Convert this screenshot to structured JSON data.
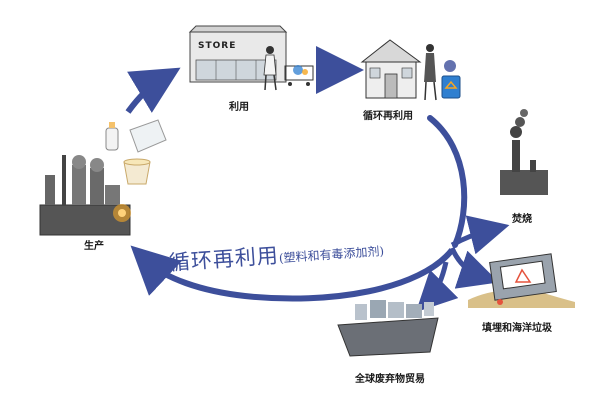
{
  "labels": {
    "reuse": "利用",
    "recycle_home": "循环再利用",
    "incineration": "焚烧",
    "landfill_ocean": "填埋和海洋垃圾",
    "waste_trade": "全球废弃物贸易",
    "production": "生产"
  },
  "center": {
    "main": "循环再利用",
    "sub": "(塑料和有毒添加剂)"
  },
  "store_sign": "STORE",
  "colors": {
    "arrow": "#3d4f9b",
    "text": "#1a1a1a",
    "accent_orange": "#f5a623",
    "accent_blue": "#2f7fd0"
  }
}
